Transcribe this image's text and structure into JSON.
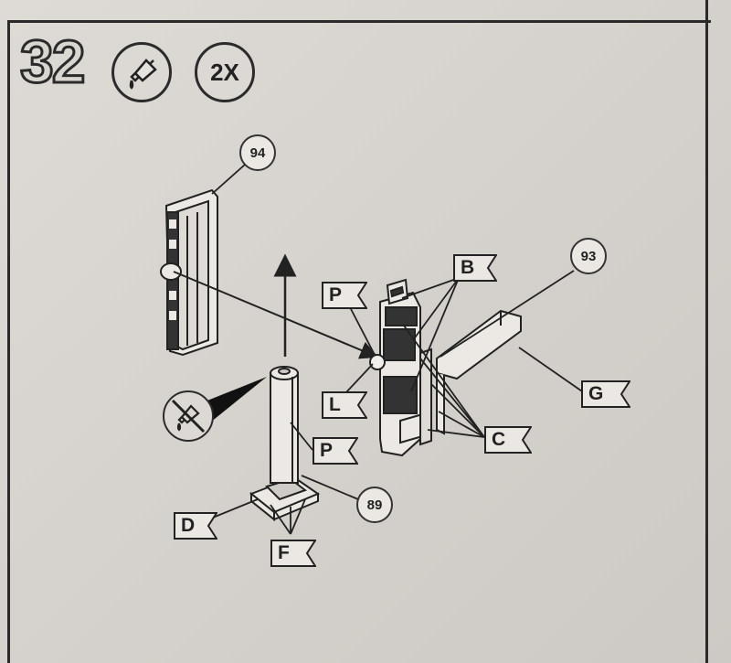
{
  "step": {
    "number": "32",
    "quantity": "2X",
    "glue_icon": "glue-tube-icon",
    "no_glue_icon": "no-glue-icon"
  },
  "callouts": {
    "part_94": "94",
    "part_93": "93",
    "part_89": "89"
  },
  "flags": {
    "B": "B",
    "P_top": "P",
    "L": "L",
    "G": "G",
    "C": "C",
    "P_mid": "P",
    "D": "D",
    "F": "F"
  },
  "colors": {
    "paper": "#d7d3ce",
    "ink": "#2b2b2b",
    "part_fill": "#ece9e5"
  }
}
